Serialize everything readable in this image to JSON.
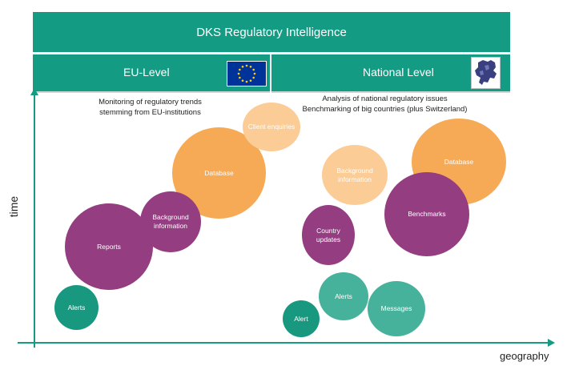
{
  "header": {
    "title": "DKS Regulatory Intelligence"
  },
  "eu": {
    "label": "EU-Level",
    "subtitle": [
      "Monitoring of regulatory trends",
      "stemming from EU-institutions"
    ]
  },
  "national": {
    "label": "National Level",
    "subtitle": [
      "Analysis of national regulatory issues",
      "Benchmarking of big countries (plus Switzerland)"
    ]
  },
  "axes": {
    "y_label": "time",
    "x_label": "geography"
  },
  "bubbles": {
    "eu_alerts": "Alerts",
    "eu_reports": "Reports",
    "eu_background": "Background information",
    "eu_database": "Database",
    "eu_client": "Client enquiries",
    "nat_alert": "Alert",
    "nat_alerts": "Alerts",
    "nat_messages": "Messages",
    "nat_country": "Country updates",
    "nat_background": "Background information",
    "nat_benchmarks": "Benchmarks",
    "nat_database": "Database"
  },
  "colors": {
    "teal": "#149b84",
    "purple": "#943d81",
    "orange": "#f7aa55",
    "peach": "#fbcc96"
  },
  "icons": {
    "eu_flag": "eu-flag-icon",
    "europe_map": "europe-map-icon"
  }
}
